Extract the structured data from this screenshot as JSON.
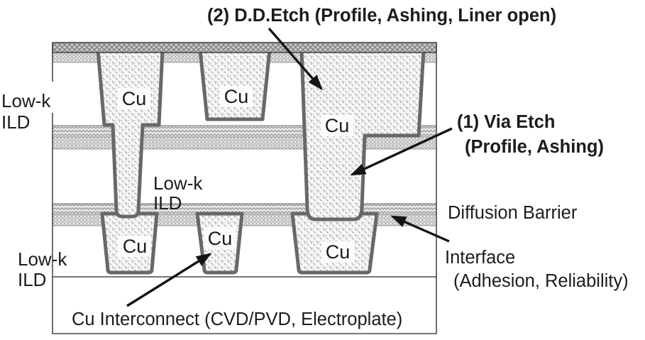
{
  "figure": {
    "annotations": {
      "dd_etch": "(2) D.D.Etch (Profile, Ashing, Liner open)",
      "via_etch_line1": "(1) Via Etch",
      "via_etch_line2": "(Profile, Ashing)",
      "diffusion_barrier": "Diffusion Barrier",
      "interface_line1": "Interface",
      "interface_line2": "(Adhesion, Reliability)",
      "cu_interconnect": "Cu Interconnect (CVD/PVD, Electroplate)"
    },
    "materials": {
      "cu": "Cu",
      "ild_line1": "Low-k",
      "ild_line2": "ILD"
    },
    "colors": {
      "liner": "#686868",
      "cu_fill_bg": "#f7f7f7",
      "cap_layer_bg": "#c8c8c8",
      "arrow": "#141414",
      "text": "#1c1c1c",
      "frame": "#4a4a4a"
    }
  }
}
